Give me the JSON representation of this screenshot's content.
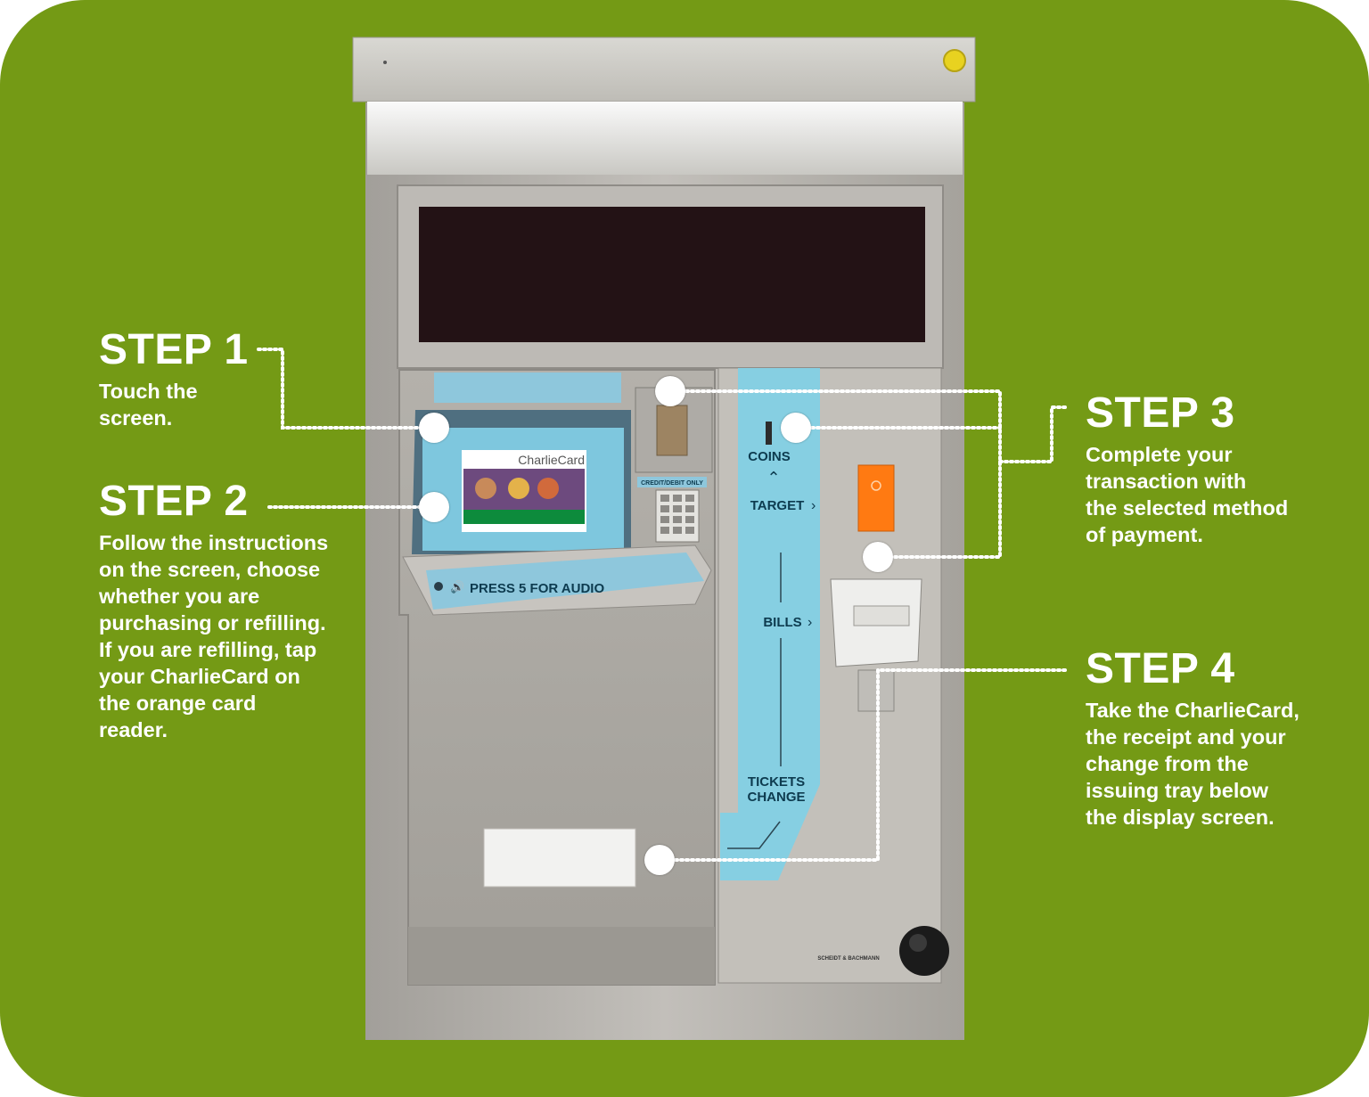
{
  "colors": {
    "background": "#749a15",
    "accent_blue": "#86cfe2",
    "card_reader": "#ff7a12",
    "text": "#ffffff"
  },
  "machine": {
    "coins_label": "COINS",
    "target_label": "TARGET",
    "bills_label": "BILLS",
    "tickets_label": "TICKETS",
    "change_label": "CHANGE",
    "audio_label": "PRESS 5 FOR AUDIO",
    "credit_label": "CREDIT/DEBIT ONLY",
    "screen_card_title": "CharlieCard",
    "brand_label": "SCHEIDT & BACHMANN"
  },
  "steps": [
    {
      "title": "STEP 1",
      "text": "Touch the\nscreen."
    },
    {
      "title": "STEP 2",
      "text": "Follow the instructions\non the screen, choose\nwhether you are\npurchasing or refilling.\nIf you are refilling, tap\nyour CharlieCard on\nthe orange card\nreader."
    },
    {
      "title": "STEP 3",
      "text": "Complete your\ntransaction with\nthe selected method\nof payment."
    },
    {
      "title": "STEP 4",
      "text": "Take the CharlieCard,\nthe receipt and your\nchange from the\nissuing tray below\nthe display screen."
    }
  ]
}
